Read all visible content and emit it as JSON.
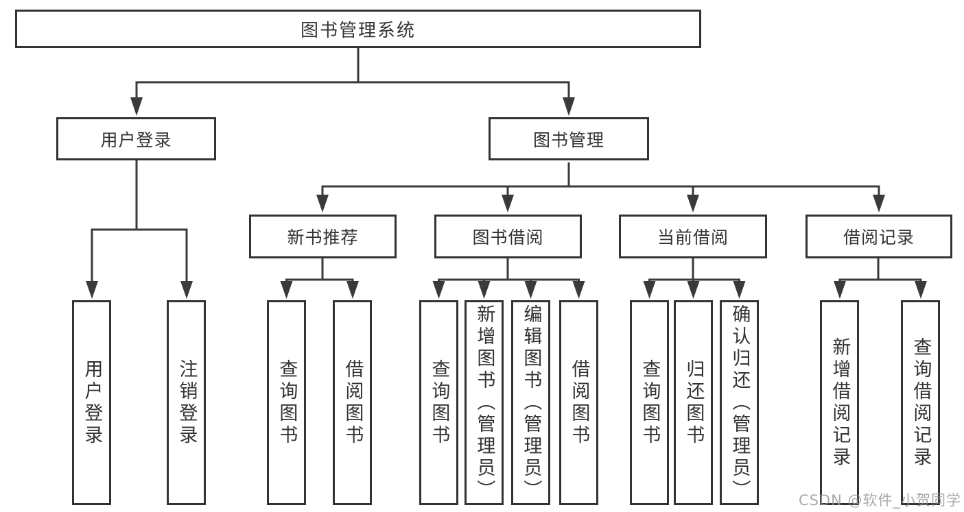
{
  "nodes": {
    "root": "图书管理系统",
    "level2": [
      "用户登录",
      "图书管理"
    ],
    "level3": [
      "新书推荐",
      "图书借阅",
      "当前借阅",
      "借阅记录"
    ],
    "leaves": [
      "用户登录",
      "注销登录",
      "查询图书",
      "借阅图书",
      "查询图书",
      "新增图书（管理员）",
      "编辑图书（管理员）",
      "借阅图书",
      "查询图书",
      "归还图书",
      "确认归还（管理员）",
      "新增借阅记录",
      "查询借阅记录"
    ]
  },
  "structure": {
    "图书管理系统": [
      "用户登录",
      "图书管理"
    ],
    "用户登录": [
      "用户登录",
      "注销登录"
    ],
    "图书管理": [
      "新书推荐",
      "图书借阅",
      "当前借阅",
      "借阅记录"
    ],
    "新书推荐": [
      "查询图书",
      "借阅图书"
    ],
    "图书借阅": [
      "查询图书",
      "新增图书（管理员）",
      "编辑图书（管理员）",
      "借阅图书"
    ],
    "当前借阅": [
      "查询图书",
      "归还图书",
      "确认归还（管理员）"
    ],
    "借阅记录": [
      "新增借阅记录",
      "查询借阅记录"
    ]
  },
  "watermark": "CSDN @软件_小贺同学",
  "colors": {
    "line": "#3a3a3a",
    "border": "#333333",
    "text": "#333333",
    "watermark": "#969696",
    "background": "#ffffff"
  }
}
